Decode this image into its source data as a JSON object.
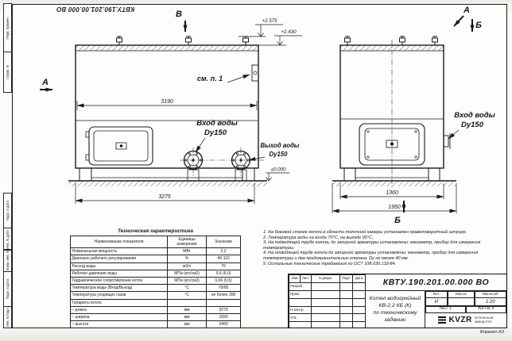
{
  "doc": {
    "number": "КВТУ.190.201.00.000 ВО",
    "format_note": "Формат А3"
  },
  "margin_labels": [
    "Перв. примен.",
    "Справ. N",
    "Подп. и дата",
    "Инв. N дубл.",
    "Взам. инв. N",
    "Подп. и дата",
    "Инв. N подл."
  ],
  "drawing": {
    "front": {
      "marker_top": "В",
      "marker_left": "А",
      "see_note": "см. п. 1",
      "dim_width": "3190",
      "dim_length": "3275",
      "elev_top": "+2.575",
      "elev_mid": "+2.430",
      "elev_zero": "±0.000",
      "inlet_label": "Вход воды",
      "inlet_dn": "Dy150",
      "outlet_label": "Выход воды",
      "outlet_dn": "Dy150"
    },
    "side": {
      "marker_view_a": "А",
      "marker_section_b_top": "Б",
      "marker_section_b_bottom": "Б",
      "dim_width": "1360",
      "dim_base": "1950",
      "inlet_label": "Вход воды",
      "inlet_dn": "Dy150"
    }
  },
  "tech_table": {
    "title": "Техническая характеристика",
    "headers": [
      "Наименование показателя",
      "Единицы измерения",
      "Значение"
    ],
    "rows": [
      [
        "Номинальная мощность",
        "МВт",
        "2,2"
      ],
      [
        "Диапазон рабочего регулирования",
        "%",
        "40-110"
      ],
      [
        "Расход воды",
        "м3/ч",
        "76"
      ],
      [
        "Рабочее давление воды",
        "МПа (кгс/см2)",
        "0,6 (6,0)"
      ],
      [
        "Гидравлическое сопротивление котла",
        "МПа (кгс/см2)",
        "0,06 (0,6)"
      ],
      [
        "Температура воды (Вход/Выход)",
        "°С",
        "70/95"
      ],
      [
        "Температура уходящих газов",
        "°С",
        "не более 280"
      ],
      [
        "Габариты котла:",
        "",
        ""
      ],
      [
        "– длина",
        "мм",
        "3275"
      ],
      [
        "– ширина",
        "мм",
        "1830"
      ],
      [
        "– высота",
        "мм",
        "2460"
      ]
    ]
  },
  "notes": [
    "1. На боковой стенке котла в области топочной камеры установлен правоповоротный штуцер.",
    "2. Температура воды на входе 70°С, на выходе 95°С.",
    "3. На подводящей трубе котла, до запорной арматуры установлены: манометр, прибор для измерения температуры.",
    "4. На отводящей трубе котла до запорной арматуры установлены: манометр, прибор для измерения температуры и два предохранительных клапана. Dу не менее 40 мм.",
    "5. Остальные технические требования по ОСТ 108.030.133-84."
  ],
  "title_block": {
    "header_cells": [
      "Изм",
      "Лист",
      "N докум.",
      "Подп.",
      "Дата"
    ],
    "roles": [
      "Разраб.",
      "Пров.",
      "",
      "Н.контр.",
      "Утв.",
      ""
    ],
    "doc_number": "КВТУ.190.201.00.000 ВО",
    "name_line1": "Котел водогрейный",
    "name_line2": "КВ-2,2 КБ (К)",
    "name_line3": "по техническому заданию",
    "lit_label": "Лит.",
    "mass_label": "Масса",
    "scale_label": "Масштаб",
    "lit_value": "И",
    "mass_value": "",
    "scale_value": "1:20",
    "sheet_label": "Лист",
    "sheet_value": "1",
    "sheets_label": "Листов",
    "sheets_value": "2",
    "logo_text": "KVZR",
    "logo_sub1": "КОТЕЛЬНЫЙ",
    "logo_sub2": "ЗАВОД РЭП"
  }
}
